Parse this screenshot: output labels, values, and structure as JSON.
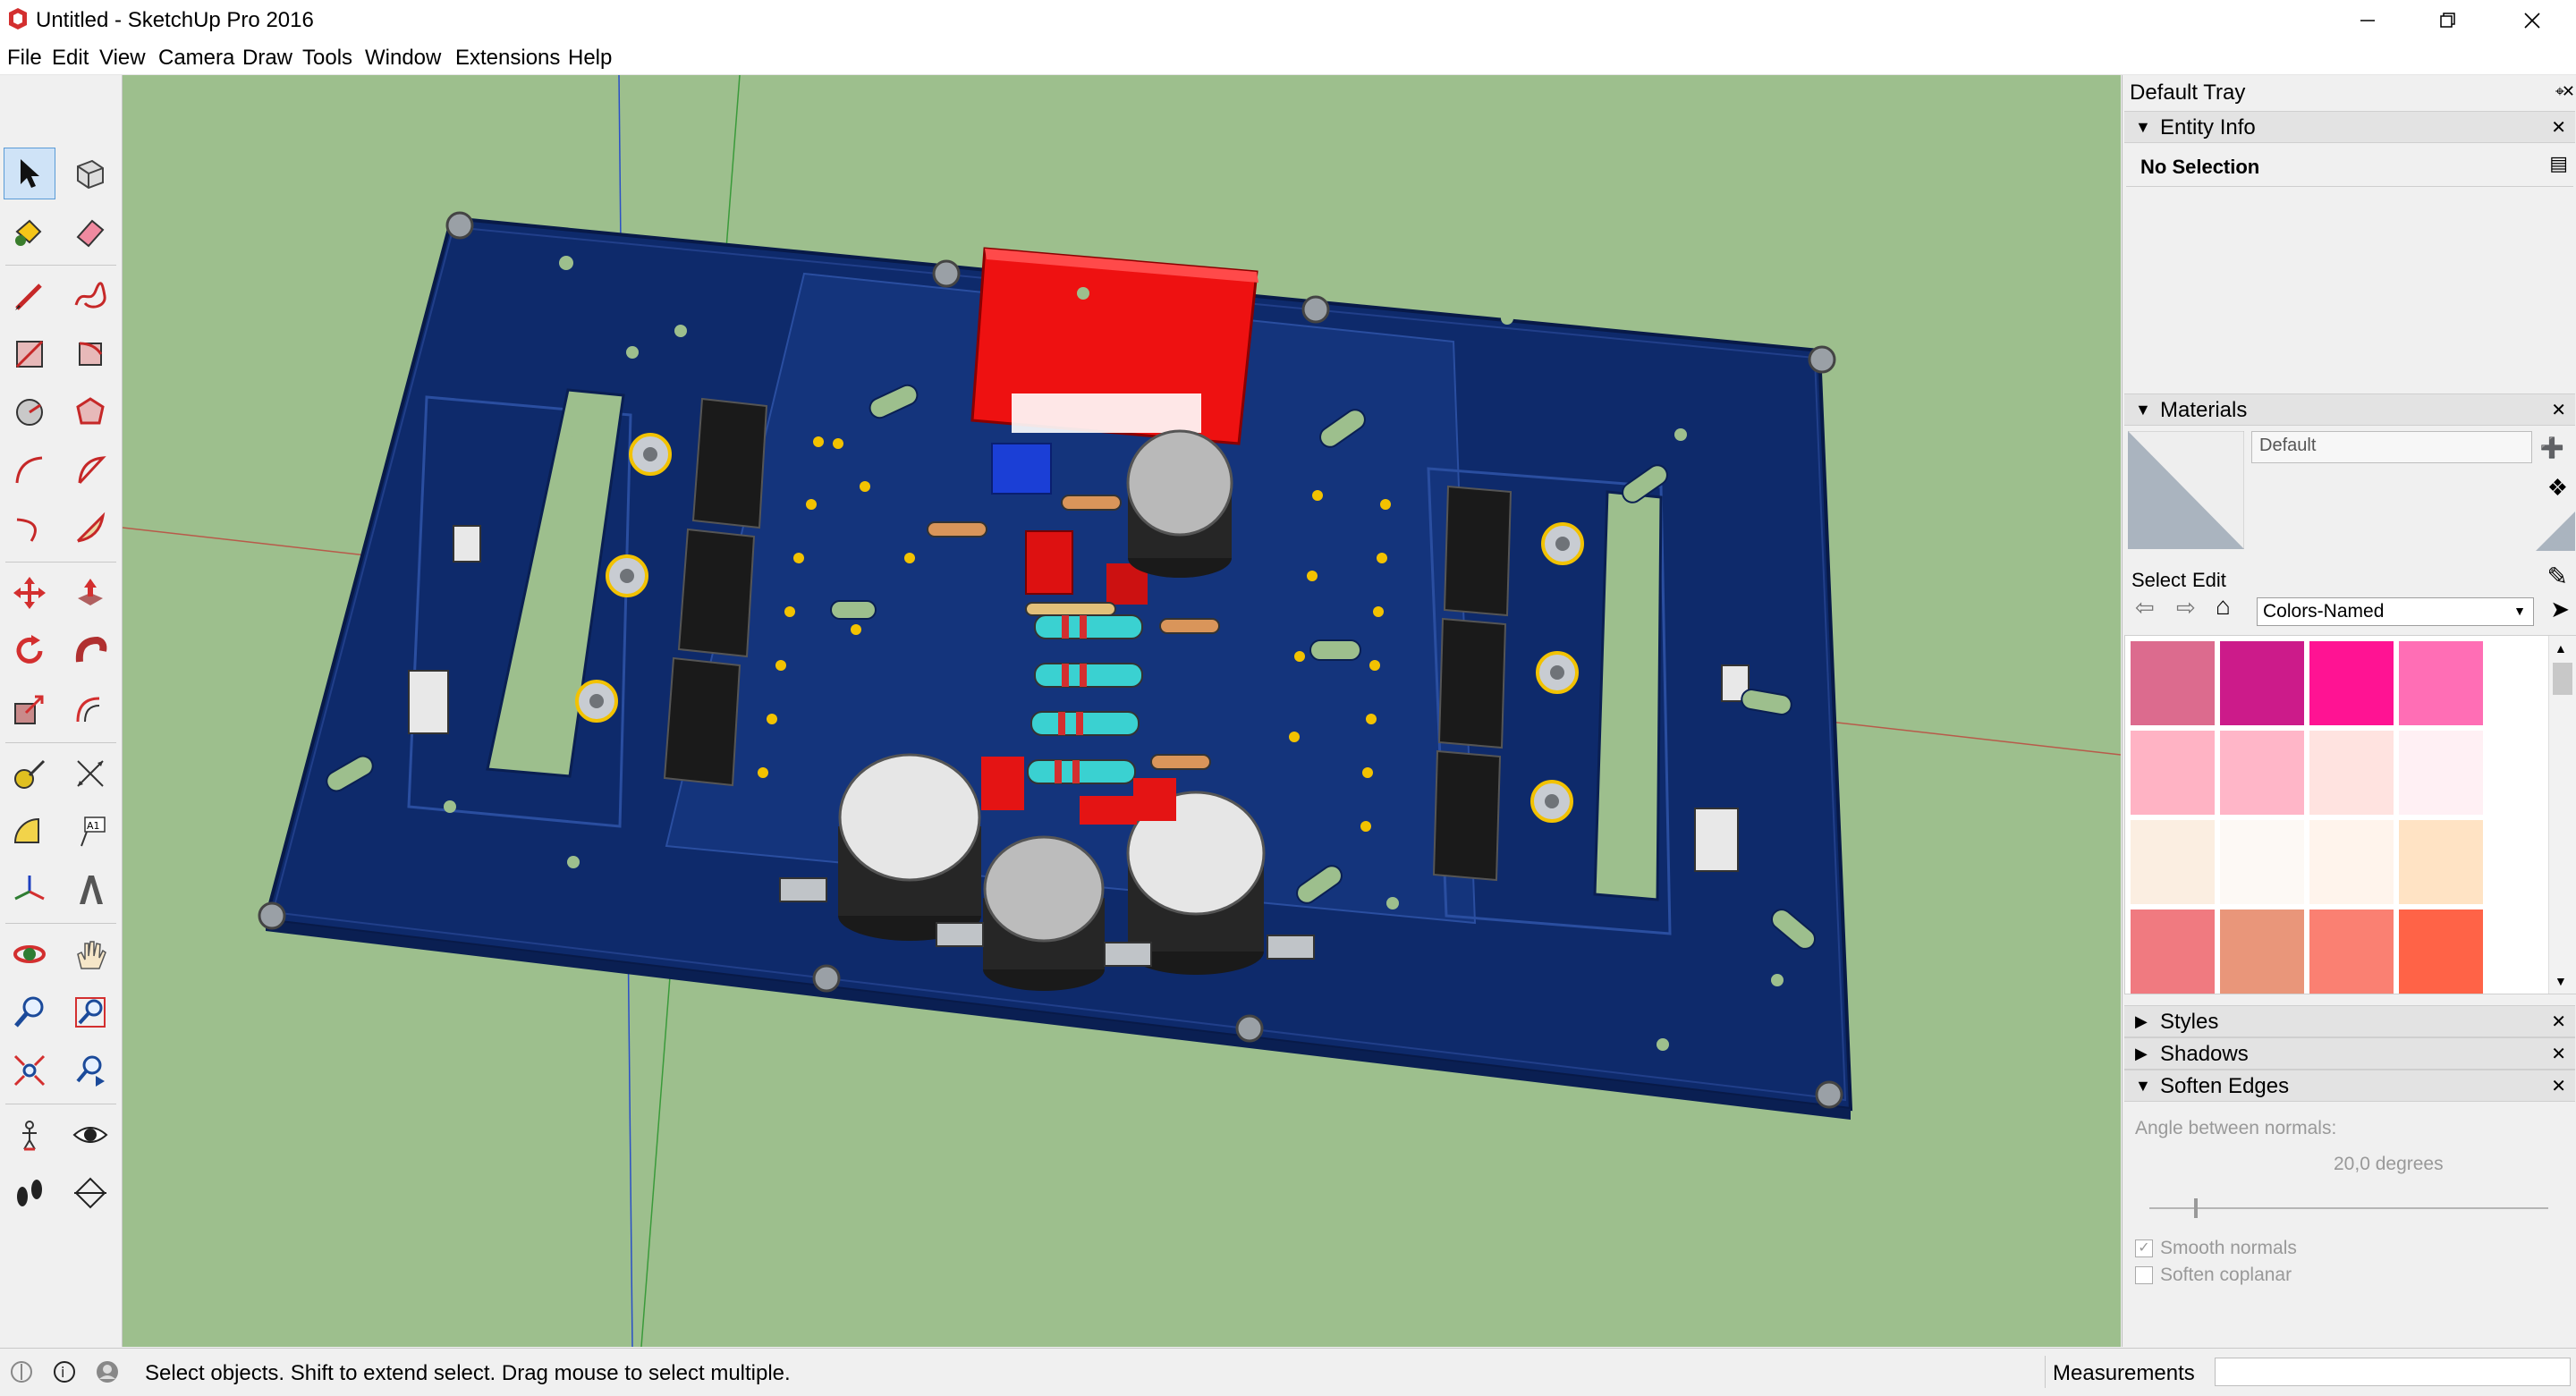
{
  "window": {
    "title": "Untitled - SketchUp Pro 2016",
    "controls": [
      "minimize-icon",
      "restore-icon",
      "close-icon"
    ]
  },
  "menu": [
    "File",
    "Edit",
    "View",
    "Camera",
    "Draw",
    "Tools",
    "Window",
    "Extensions",
    "Help"
  ],
  "toolbar": {
    "tools": [
      "select-icon",
      "component-icon",
      "paint-bucket-icon",
      "eraser-icon",
      "line-icon",
      "freehand-icon",
      "rectangle-icon",
      "rotated-rectangle-icon",
      "circle-icon",
      "polygon-icon",
      "arc-icon",
      "pie-icon",
      "two-point-arc-icon",
      "three-point-arc-icon",
      "move-icon",
      "push-pull-icon",
      "rotate-icon",
      "follow-me-icon",
      "scale-icon",
      "offset-icon",
      "tape-measure-icon",
      "dimension-icon",
      "protractor-icon",
      "text-icon",
      "axes-icon",
      "3d-text-icon",
      "orbit-icon",
      "pan-icon",
      "zoom-icon",
      "zoom-window-icon",
      "zoom-extents-icon",
      "previous-view-icon",
      "position-camera-icon",
      "look-around-icon",
      "walk-icon",
      "section-plane-icon"
    ]
  },
  "tray": {
    "title": "Default Tray",
    "entity_info": {
      "header": "Entity Info",
      "selection": "No Selection"
    },
    "materials": {
      "header": "Materials",
      "material_name": "Default",
      "tabs": [
        "Select",
        "Edit"
      ],
      "library": "Colors-Named",
      "swatches": [
        "#dc6b8e",
        "#cc1b8a",
        "#ff1393",
        "#ff6eb5",
        "#ffb3c4",
        "#ffb6c8",
        "#ffe3e0",
        "#fff0f4",
        "#fbeee1",
        "#fdf9f5",
        "#fff4ec",
        "#ffe3c4",
        "#f07a80",
        "#e9967a",
        "#fa8072",
        "#ff6347"
      ]
    },
    "styles": {
      "header": "Styles"
    },
    "shadows": {
      "header": "Shadows"
    },
    "soften_edges": {
      "header": "Soften Edges",
      "angle_label": "Angle between normals:",
      "angle_value": "20,0  degrees",
      "smooth_normals": "Smooth normals",
      "soften_coplanar": "Soften coplanar"
    }
  },
  "status": {
    "message": "Select objects. Shift to extend select. Drag mouse to select multiple.",
    "measurements_label": "Measurements",
    "measurements_value": ""
  },
  "colors": {
    "viewport_bg": "#9dbf8d",
    "pcb_blue": "#0e2a6b",
    "pcb_trace": "#1b3f8f",
    "copper_pad": "#f2c200",
    "relay_red": "#ee1111"
  }
}
